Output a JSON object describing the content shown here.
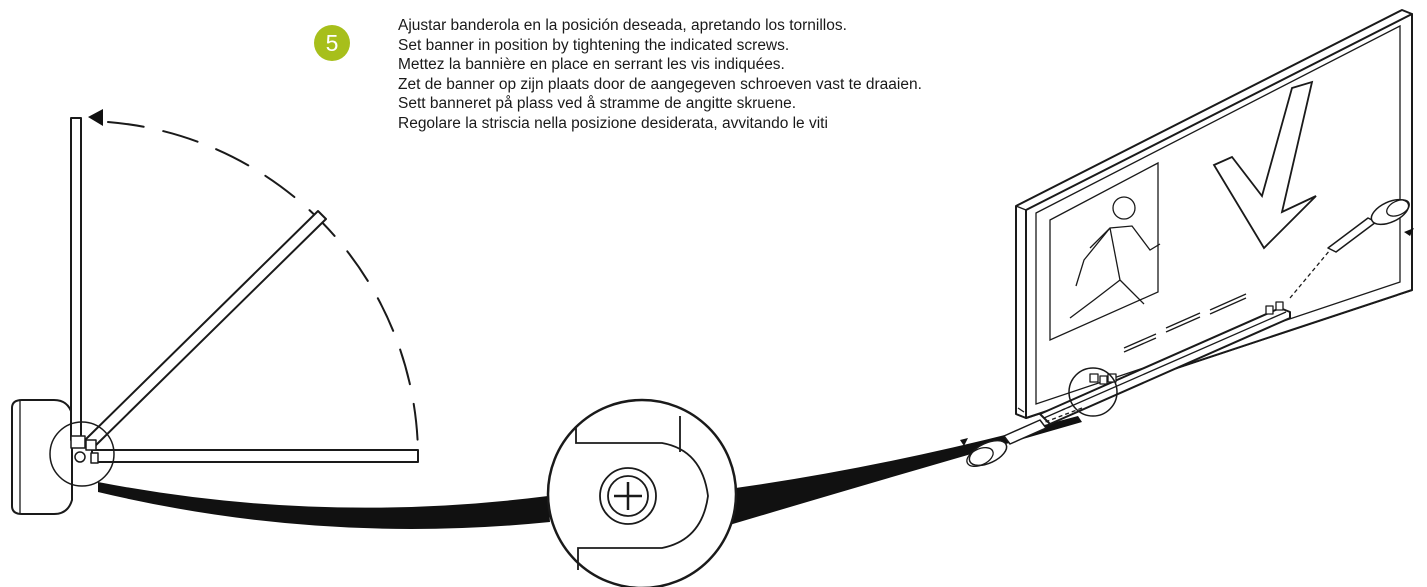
{
  "step": {
    "number": "5",
    "badge_color": "#a7bf1b"
  },
  "instructions": [
    "Ajustar banderola en la posición deseada, apretando los tornillos.",
    "Set banner in position by tightening the indicated screws.",
    "Mettez la bannière en place en serrant les vis indiquées.",
    "Zet de banner op zijn plaats door de aangegeven schroeven vast te draaien.",
    "Sett banneret på plass ved å stramme de angitte skruene.",
    "Regolare la striscia nella posizione desiderata, avvitando le viti"
  ],
  "illustrations": {
    "rotation": "banner-rotation-positions",
    "detail": "screw-detail-magnified",
    "sign": "exit-sign-running-man-arrow",
    "tool": "screwdriver"
  }
}
